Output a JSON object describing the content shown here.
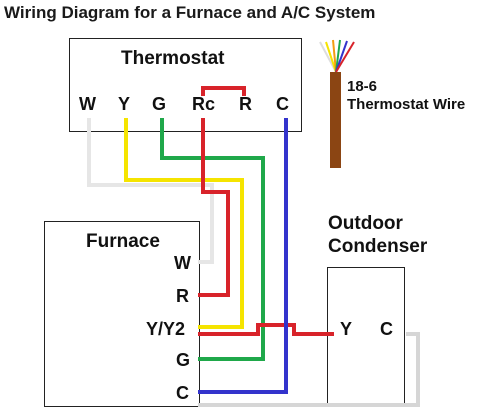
{
  "title": "Wiring Diagram for a Furnace and A/C System",
  "thermostat": {
    "label": "Thermostat",
    "terminals": {
      "W": "W",
      "Y": "Y",
      "G": "G",
      "Rc": "Rc",
      "R": "R",
      "C": "C"
    }
  },
  "furnace": {
    "label": "Furnace",
    "terminals": {
      "W": "W",
      "R": "R",
      "Y": "Y/Y2",
      "G": "G",
      "C": "C"
    }
  },
  "condenser": {
    "label_line1": "Outdoor",
    "label_line2": "Condenser",
    "terminals": {
      "Y": "Y",
      "C": "C"
    }
  },
  "cable": {
    "label_line1": "18-6",
    "label_line2": "Thermostat Wire"
  },
  "colors": {
    "white": "#e6e6e6",
    "yellow": "#f5e400",
    "green": "#1fa84a",
    "red": "#d8232a",
    "blue": "#3333cc",
    "orange": "#f39c12",
    "brown": "#8b4513",
    "box": "#222222"
  }
}
